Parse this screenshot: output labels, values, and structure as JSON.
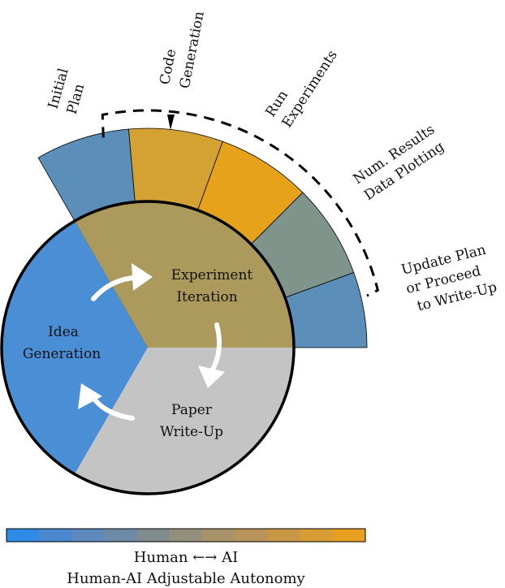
{
  "colors": {
    "idea": "#4a8fd6",
    "experiment": "#ab9a5c",
    "paper": "#c4c4c4",
    "arrow": "#ffffff",
    "outline": "#000000",
    "scale": [
      "#2f8ae6",
      "#4a88d0",
      "#5d89bd",
      "#6d8aa6",
      "#7f8c8e",
      "#938f7a",
      "#a7926a",
      "#b8945a",
      "#c89846",
      "#d99d36",
      "#e8a022"
    ]
  },
  "phases": {
    "idea": [
      "Idea",
      "Generation"
    ],
    "experiment": [
      "Experiment",
      "Iteration"
    ],
    "paper": [
      "Paper",
      "Write-Up"
    ]
  },
  "steps": [
    {
      "lines": [
        "Initial",
        "Plan"
      ],
      "color": "#5b8fba"
    },
    {
      "lines": [
        "Code",
        "Generation"
      ],
      "color": "#d4a233"
    },
    {
      "lines": [
        "Run",
        "Experiments"
      ],
      "color": "#e7a21b"
    },
    {
      "lines": [
        "Num. Results",
        "Data Plotting"
      ],
      "color": "#7f958c"
    },
    {
      "lines": [
        "Update Plan",
        "or Proceed",
        "to Write-Up"
      ],
      "color": "#5b8fba"
    }
  ],
  "colorbar": {
    "caption_line1": "Human ←→ AI",
    "caption_line2": "Human-AI Adjustable Autonomy"
  }
}
